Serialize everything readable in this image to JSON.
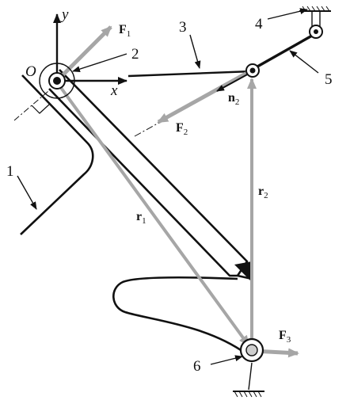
{
  "labels": {
    "origin": "O",
    "axis_x": "x",
    "axis_y": "y",
    "part_1": "1",
    "part_2": "2",
    "part_3": "3",
    "part_4": "4",
    "part_5": "5",
    "part_6": "6",
    "vector_F1": "F",
    "vector_F1_sub": "1",
    "vector_F2": "F",
    "vector_F2_sub": "2",
    "vector_F3": "F",
    "vector_F3_sub": "3",
    "vector_n2": "n",
    "vector_n2_sub": "2",
    "vector_r1": "r",
    "vector_r1_sub": "1",
    "vector_r2": "r",
    "vector_r2_sub": "2"
  },
  "colors": {
    "ink": "#111111",
    "vector_gray": "#a6a6a6",
    "background": "#ffffff"
  }
}
